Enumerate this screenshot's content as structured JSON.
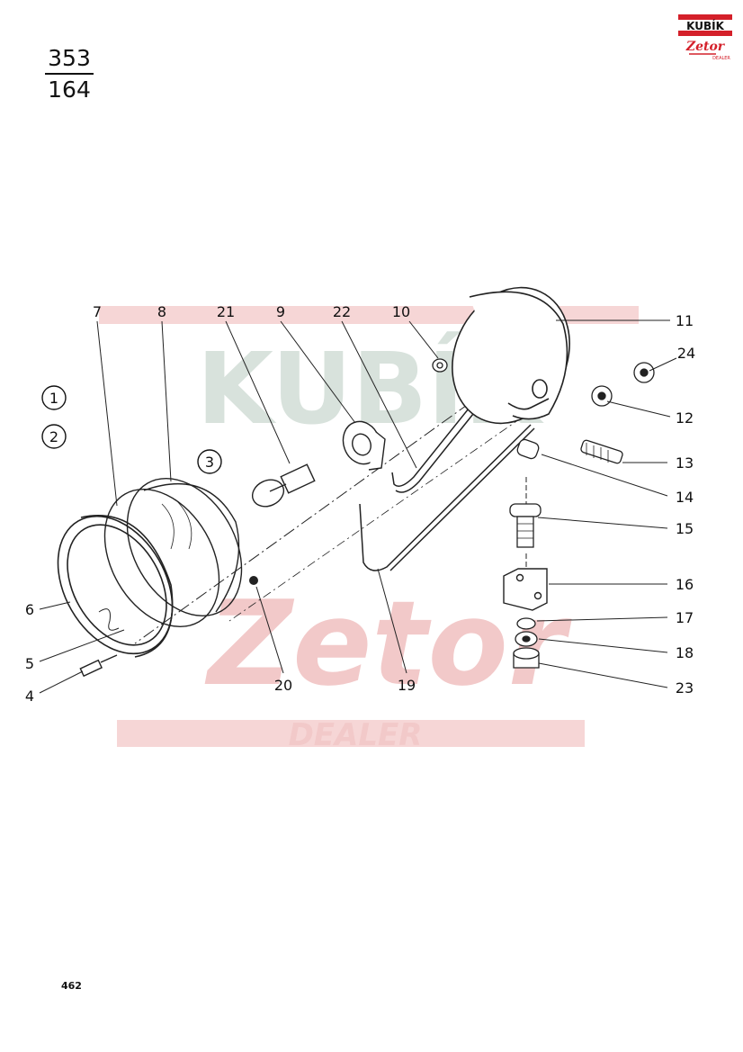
{
  "header": {
    "page_fraction": {
      "numerator": "353",
      "denominator": "164"
    }
  },
  "logo": {
    "line1": "KUBÍK",
    "line2": "Zetor",
    "line3": "DEALER",
    "color": "#d4202a"
  },
  "watermark": {
    "line1": "KUBÍK",
    "line2": "Zetor",
    "line3": "DEALER"
  },
  "circled_labels": [
    "1",
    "2",
    "3"
  ],
  "part_labels": {
    "p4": "4",
    "p5": "5",
    "p6": "6",
    "p7": "7",
    "p8": "8",
    "p9": "9",
    "p10": "10",
    "p11": "11",
    "p12": "12",
    "p13": "13",
    "p14": "14",
    "p15": "15",
    "p16": "16",
    "p17": "17",
    "p18": "18",
    "p19": "19",
    "p20": "20",
    "p21": "21",
    "p22": "22",
    "p23": "23",
    "p24": "24"
  },
  "footer": {
    "page_number": "462"
  }
}
